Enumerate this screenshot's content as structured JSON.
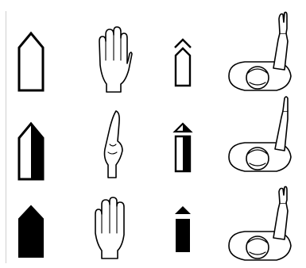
{
  "diagram": {
    "colors": {
      "ink": "#000000",
      "paper": "#ffffff",
      "rule": "#cfcfcf"
    },
    "columns": [
      "large-pentagon-symbol",
      "hand-figure",
      "small-arrow-symbol",
      "top-view-figure-raised-arm"
    ],
    "rows": [
      {
        "shading": "outline",
        "hand_pose": "open-palm"
      },
      {
        "shading": "half-filled",
        "hand_pose": "side-blade"
      },
      {
        "shading": "solid",
        "hand_pose": "open-palm-flat"
      }
    ]
  }
}
